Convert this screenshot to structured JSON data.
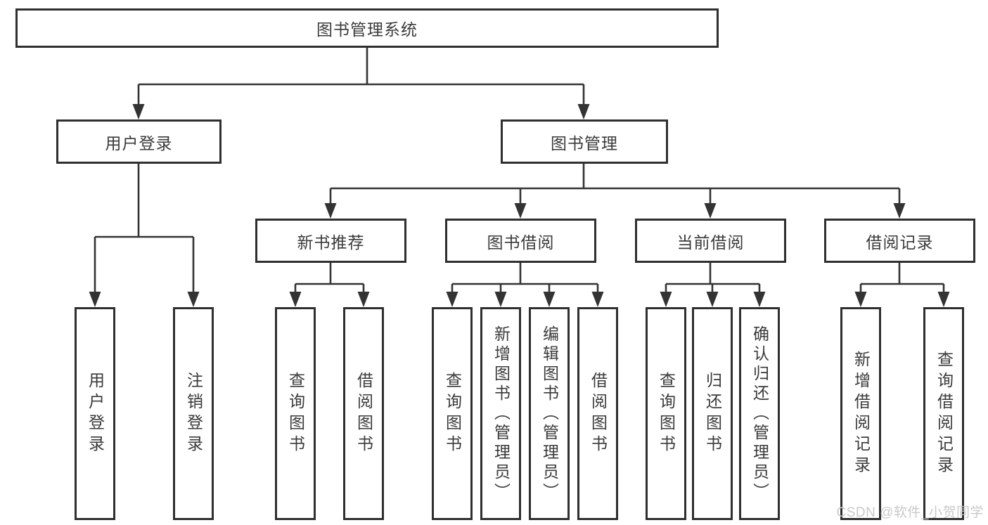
{
  "diagram": {
    "title": "图书管理系统",
    "root": {
      "label": "图书管理系统"
    },
    "level2": [
      {
        "label": "用户登录"
      },
      {
        "label": "图书管理"
      }
    ],
    "level3": [
      {
        "label": "新书推荐"
      },
      {
        "label": "图书借阅"
      },
      {
        "label": "当前借阅"
      },
      {
        "label": "借阅记录"
      }
    ],
    "leaves": {
      "login": [
        {
          "label": "用户登录"
        },
        {
          "label": "注销登录"
        }
      ],
      "newbook": [
        {
          "label": "查询图书"
        },
        {
          "label": "借阅图书"
        }
      ],
      "borrow": [
        {
          "label": "查询图书"
        },
        {
          "label": "新增图书（管理员）"
        },
        {
          "label": "编辑图书（管理员）"
        },
        {
          "label": "借阅图书"
        }
      ],
      "current": [
        {
          "label": "查询图书"
        },
        {
          "label": "归还图书"
        },
        {
          "label": "确认归还（管理员）"
        }
      ],
      "records": [
        {
          "label": "新增借阅记录"
        },
        {
          "label": "查询借阅记录"
        }
      ]
    },
    "watermark": "CSDN @软件_小贺同学",
    "colors": {
      "line": "#333333",
      "border": "#2f2f2f",
      "text": "#3a3a3a",
      "background": "#ffffff",
      "watermark": "#c9c9c9"
    }
  }
}
